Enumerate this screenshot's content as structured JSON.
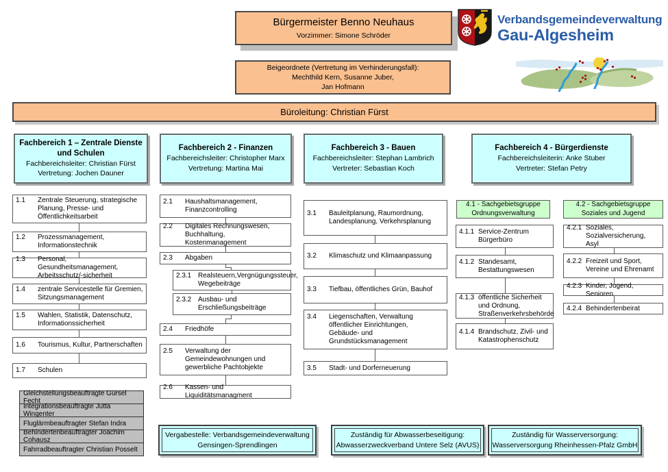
{
  "colors": {
    "box_orange": "#FAC090",
    "box_cyan": "#CCFFFF",
    "box_green": "#CCFFCC",
    "box_gray": "#BFBFBF",
    "logo_blue": "#2A5DA8"
  },
  "top": {
    "mayor_title": "Bürgermeister Benno Neuhaus",
    "mayor_sub": "Vorzimmer: Simone Schröder",
    "deputies_line1": "Beigeordnete (Vertretung im Verhinderungsfall):",
    "deputies_line2": "Mechthild Kern, Susanne Juber,",
    "deputies_line3": "Jan Hofmann",
    "logo_line1": "Verbandsgemeindeverwaltung",
    "logo_line2": "Gau-Algesheim",
    "office_bar": "Büroleitung: Christian Fürst"
  },
  "departments": [
    {
      "title": "Fachbereich 1 – Zentrale Dienste und Schulen",
      "leader": "Fachbereichsleiter: Christian Fürst",
      "deputy": "Vertretung: Jochen Dauner"
    },
    {
      "title": "Fachbereich 2 - Finanzen",
      "leader": "Fachbereichsleiter: Christopher Marx",
      "deputy": "Vertretung: Martina Mai"
    },
    {
      "title": "Fachbereich 3 - Bauen",
      "leader": "Fachbereichsleiter: Stephan Lambrich",
      "deputy": "Vertreter: Sebastian Koch"
    },
    {
      "title": "Fachbereich 4 - Bürgerdienste",
      "leader": "Fachbereichsleiterin: Anke Stuber",
      "deputy": "Vertreter: Stefan Petry"
    }
  ],
  "units_fb1": [
    {
      "num": "1.1",
      "text": "Zentrale Steuerung, strategische Planung, Presse- und Öffentlichkeitsarbeit"
    },
    {
      "num": "1.2",
      "text": "Prozessmanagement, Informationstechnik"
    },
    {
      "num": "1.3",
      "text": "Personal, Gesundheitsmanagement, Arbeitsschutz/-sicherheit"
    },
    {
      "num": "1.4",
      "text": "zentrale Servicestelle für Gremien, Sitzungsmanagement"
    },
    {
      "num": "1.5",
      "text": "Wahlen, Statistik, Datenschutz, Informationssicherheit"
    },
    {
      "num": "1.6",
      "text": "Tourismus, Kultur, Partnerschaften"
    },
    {
      "num": "1.7",
      "text": "Schulen"
    }
  ],
  "units_fb2": [
    {
      "num": "2.1",
      "text": "Haushaltsmanagement, Finanzcontrolling"
    },
    {
      "num": "2.2",
      "text": "Digitales Rechnungswesen, Buchhaltung, Kostenmanagement"
    },
    {
      "num": "2.3",
      "text": "Abgaben"
    },
    {
      "num": "2.3.1",
      "text": "Realsteuern,Vergnügungssteuer, Wegebeiträge"
    },
    {
      "num": "2.3.2",
      "text": "Ausbau- und Erschließungsbeiträge"
    },
    {
      "num": "2.4",
      "text": "Friedhöfe"
    },
    {
      "num": "2.5",
      "text": "Verwaltung der Gemeindewohnungen und gewerbliche Pachtobjekte"
    },
    {
      "num": "2.6",
      "text": "Kassen- und Liquiditätsmanagment"
    }
  ],
  "units_fb3": [
    {
      "num": "3.1",
      "text": "Bauleitplanung, Raumordnung, Landesplanung, Verkehrsplanung"
    },
    {
      "num": "3.2",
      "text": "Klimaschutz und Klimaanpassung"
    },
    {
      "num": "3.3",
      "text": "Tiefbau, öffentliches Grün, Bauhof"
    },
    {
      "num": "3.4",
      "text": "Liegenschaften, Verwaltung öffentlicher Einrichtungen, Gebäude- und Grundstücksmanagement"
    },
    {
      "num": "3.5",
      "text": "Stadt- und Dorferneuerung"
    }
  ],
  "groups_fb4": [
    {
      "header": "4.1 - Sachgebietsgruppe Ordnungsverwaltung",
      "items": [
        {
          "num": "4.1.1",
          "text": "Service-Zentrum Bürgerbüro"
        },
        {
          "num": "4.1.2",
          "text": "Standesamt, Bestattungswesen"
        },
        {
          "num": "4.1.3",
          "text": "öffentliche Sicherheit und Ordnung, Straßenverkehrsbehörde"
        },
        {
          "num": "4.1.4",
          "text": "Brandschutz, Zivil- und Katastrophenschutz"
        }
      ]
    },
    {
      "header": "4.2 - Sachgebietsgruppe Soziales und Jugend",
      "items": [
        {
          "num": "4.2.1",
          "text": "Soziales, Sozialversicherung, Asyl"
        },
        {
          "num": "4.2.2",
          "text": "Freizeit und Sport, Vereine und Ehrenamt"
        },
        {
          "num": "4.2.3",
          "text": "Kinder, Jugend, Senioren"
        },
        {
          "num": "4.2.4",
          "text": "Behindertenbeirat"
        }
      ]
    }
  ],
  "officers": [
    "Gleichstellungsbeauftragte Gürsel Fecht",
    "Integrationsbeauftragte Jutta Wingenter",
    "Fluglärmbeauftragter Stefan Indra",
    "Behindertenbeauftragter Joachim Cohausz",
    "Fahrradbeauftragter Christian Posselt"
  ],
  "footer": [
    {
      "line1": "Vergabestelle: Verbandsgemeindeverwaltung",
      "line2": "Gensingen-Sprendlingen"
    },
    {
      "line1": "Zuständig für Abwasserbeseitigung:",
      "line2": "Abwasserzweckverband Untere Selz (AVUS)"
    },
    {
      "line1": "Zuständig für Wasserversorgung:",
      "line2": "Wasserversorgung Rheinhessen-Pfalz GmbH"
    }
  ]
}
